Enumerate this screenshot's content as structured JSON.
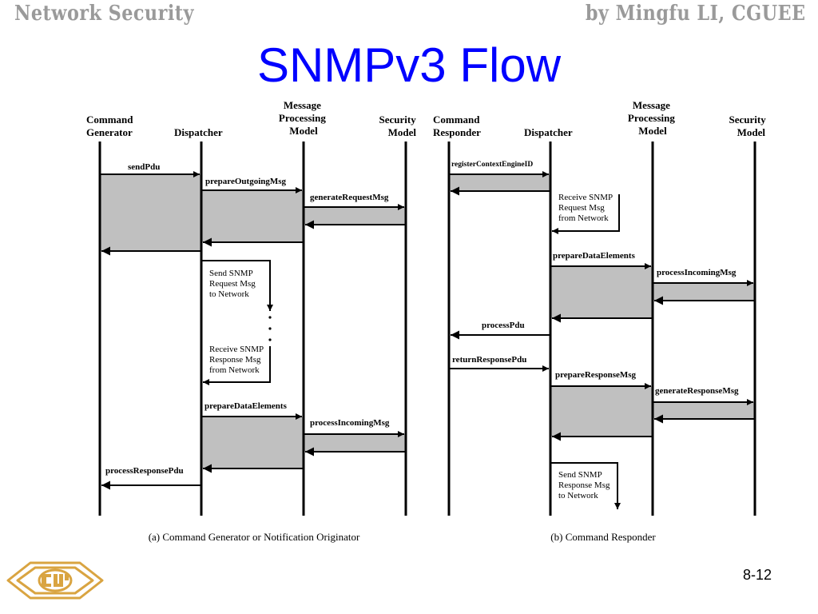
{
  "header": {
    "left": "Network Security",
    "right": "by Mingfu LI, CGUEE"
  },
  "title": "SNMPv3 Flow",
  "page_number": "8-12",
  "diagram_a": {
    "caption": "(a) Command Generator or Notification Originator",
    "lanes": [
      {
        "id": "cg",
        "lines": [
          "Command",
          "Generator"
        ]
      },
      {
        "id": "disp",
        "lines": [
          "Dispatcher"
        ]
      },
      {
        "id": "mpm",
        "lines": [
          "Message",
          "Processing",
          "Model"
        ]
      },
      {
        "id": "sec",
        "lines": [
          "Security",
          "Model"
        ]
      }
    ],
    "messages": {
      "send_pdu": "sendPdu",
      "prepare_outgoing_msg": "prepareOutgoingMsg",
      "generate_request_msg": "generateRequestMsg",
      "prepare_data_elements": "prepareDataElements",
      "process_incoming_msg": "processIncomingMsg",
      "process_response_pdu": "processResponsePdu"
    },
    "notes": {
      "send_request": [
        "Send SNMP",
        "Request Msg",
        "to Network"
      ],
      "receive_response": [
        "Receive SNMP",
        "Response Msg",
        "from Network"
      ]
    }
  },
  "diagram_b": {
    "caption": "(b) Command Responder",
    "lanes": [
      {
        "id": "cr",
        "lines": [
          "Command",
          "Responder"
        ]
      },
      {
        "id": "disp",
        "lines": [
          "Dispatcher"
        ]
      },
      {
        "id": "mpm",
        "lines": [
          "Message",
          "Processing",
          "Model"
        ]
      },
      {
        "id": "sec",
        "lines": [
          "Security",
          "Model"
        ]
      }
    ],
    "messages": {
      "register_context_engine_id": "registerContextEngineID",
      "prepare_data_elements": "prepareDataElements",
      "process_incoming_msg": "processIncomingMsg",
      "process_pdu": "processPdu",
      "return_response_pdu": "returnResponsePdu",
      "prepare_response_msg": "prepareResponseMsg",
      "generate_response_msg": "generateResponseMsg"
    },
    "notes": {
      "receive_request": [
        "Receive SNMP",
        "Request Msg",
        "from Network"
      ],
      "send_response": [
        "Send SNMP",
        "Response Msg",
        "to Network"
      ]
    }
  },
  "colors": {
    "title": "#0000ff",
    "header": "#9a9a9a",
    "shade": "#c0c0c0",
    "logo": "#d9a441"
  }
}
